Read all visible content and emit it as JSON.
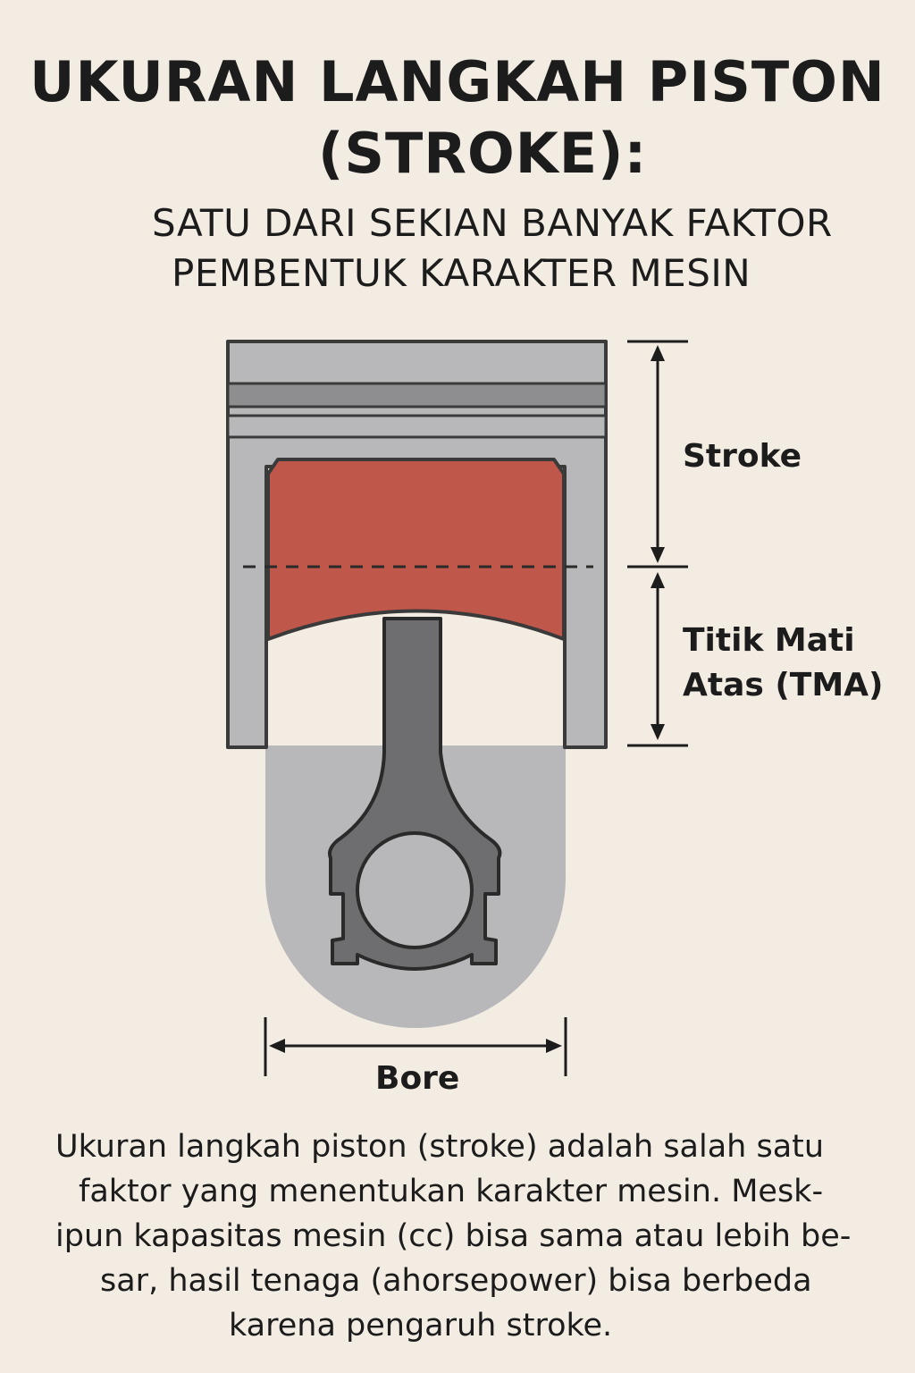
{
  "title": {
    "line1": "UKURAN LANGKAH PISTON",
    "line2": "(STROKE):"
  },
  "subtitle": {
    "line1": "SATU DARI SEKIAN BANYAK FAKTOR",
    "line2": "PEMBENTUK KARAKTER MESIN"
  },
  "labels": {
    "stroke": "Stroke",
    "tma_line1": "Titik Mati",
    "tma_line2": "Atas (TMA)",
    "bore": "Bore"
  },
  "description": {
    "line1": "Ukuran langkah piston (stroke) adalah salah satu",
    "line2": "faktor yang menentukan karakter mesin. Mesk-",
    "line3": "ipun kapasitas mesin (cc) bisa sama atau lebih be-",
    "line4": "sar, hasil tenaga (ahorsepower) bisa berbeda",
    "line5": "karena pengaruh stroke."
  },
  "colors": {
    "background": "#f3ece2",
    "cylinder": "#b8b8ba",
    "cylinder_band": "#8e8e90",
    "piston": "#c0574b",
    "connecting_rod": "#6e6e70",
    "outline": "#3a3a3a",
    "text": "#1c1c1c"
  }
}
